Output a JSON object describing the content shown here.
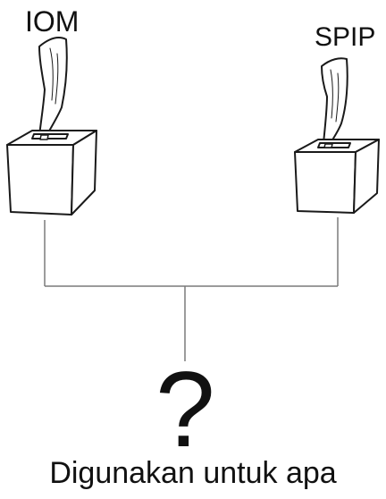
{
  "diagram": {
    "left_box_label": "IOM",
    "right_box_label": "SPIP",
    "question_mark": "?",
    "caption": "Digunakan untuk apa",
    "icons": {
      "left": "ballot-box-icon",
      "right": "ballot-box-icon"
    },
    "ink_color": "#1a1a1a"
  }
}
